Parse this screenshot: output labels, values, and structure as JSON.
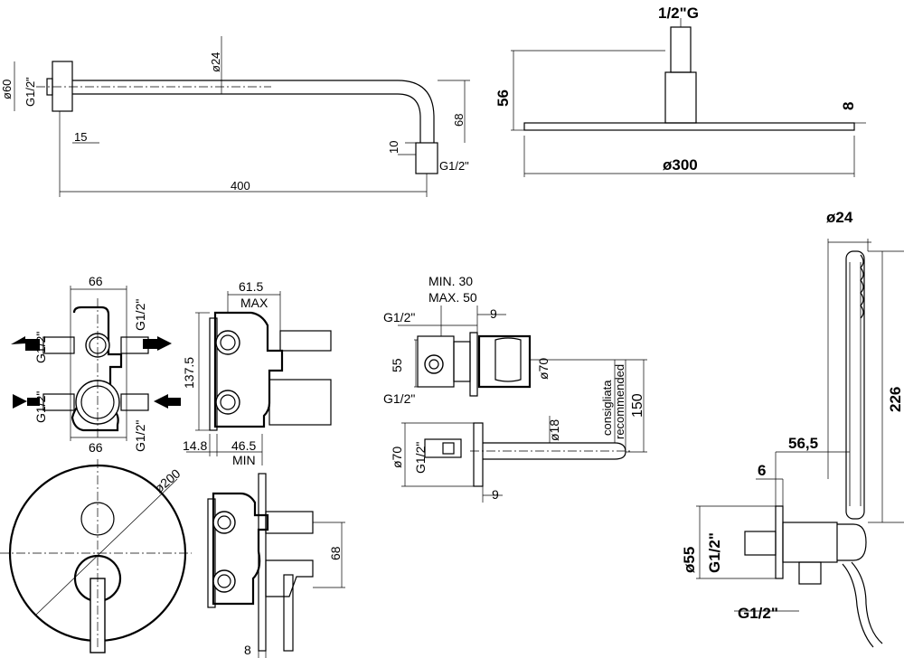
{
  "arm": {
    "dia": "ø24",
    "flange": "ø60",
    "thread_left": "G1/2\"",
    "thread_right": "G1/2\"",
    "off15": "15",
    "off10": "10",
    "drop": "68",
    "length": "400"
  },
  "head": {
    "conn": "1/2\"G",
    "height": "56",
    "thick": "8",
    "dia": "ø300"
  },
  "body": {
    "w_top": "66",
    "w_bot": "66",
    "thr_tr": "G1/2\"",
    "thr_br": "G1/2\"",
    "thr_l1": "G1/2\"",
    "thr_l2": "G1/2\""
  },
  "side": {
    "w": "61.5",
    "max": "MAX",
    "h": "137.5",
    "d1": "14.8",
    "d2": "46.5",
    "min": "MIN"
  },
  "plate": {
    "dia": "ø200",
    "proj": "68",
    "depth": "8"
  },
  "spout": {
    "min": "MIN. 30",
    "max": "MAX. 50",
    "d9": "9",
    "thr1": "G1/2\"",
    "thr2": "G1/2\"",
    "d55": "55",
    "d70": "ø70",
    "d70b": "ø70",
    "thr3": "G1/2\"",
    "d18": "ø18",
    "cons": "consigliata",
    "rec": "recommended",
    "d150": "150",
    "d9b": "9"
  },
  "hand": {
    "dia": "ø24",
    "len": "226",
    "off": "56,5",
    "d6": "6",
    "d55": "ø55",
    "thr1": "G1/2\"",
    "thr2": "G1/2\""
  }
}
